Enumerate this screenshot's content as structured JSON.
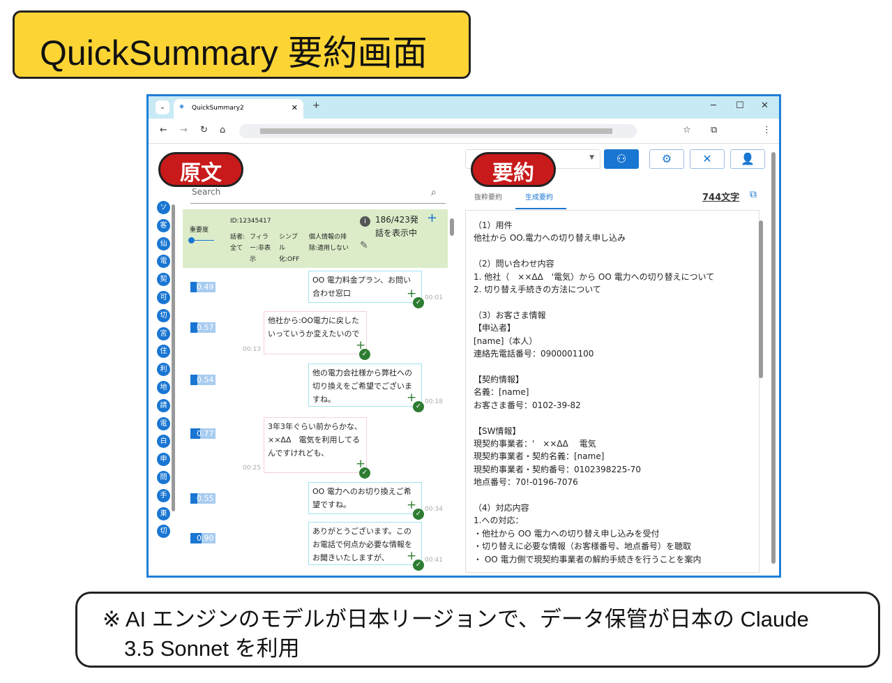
{
  "title": "QuickSummary 要約画面",
  "browser": {
    "tab_title": "QuickSummary2",
    "new_tab": "+",
    "min": "─",
    "max": "☐",
    "close": "✕"
  },
  "left": {
    "badge": "原文",
    "search_placeholder": "Search",
    "header": {
      "importance_label": "重要度",
      "id": "ID:12345417",
      "speaker": "話者:全て",
      "filler": "フィラー:非表示",
      "simplify": "シンプル化:OFF",
      "privacy": "個人情報の排除:適用しない",
      "count": "186/423発話を表示中"
    },
    "chips": [
      "ソ",
      "客",
      "仙",
      "電",
      "契",
      "可",
      "切",
      "宮",
      "住",
      "利",
      "地",
      "請",
      "電",
      "白",
      "申",
      "問",
      "手",
      "東",
      "切"
    ],
    "messages": [
      {
        "side": "r",
        "score": "0.49",
        "fill": 0.49,
        "text": "OO 電力料金プラン、お問い合わせ窓口",
        "time": "00:01"
      },
      {
        "side": "l",
        "score": "0.57",
        "fill": 0.57,
        "text": "他社から:OO電力に戻したいっていうか変えたいので",
        "time": "00:13"
      },
      {
        "side": "r",
        "score": "0.54",
        "fill": 0.54,
        "text": "他の電力会社様から弊社への切り換えをご希望でございますね。",
        "time": "00:18"
      },
      {
        "side": "l",
        "score": "0.77",
        "fill": 0.77,
        "text": "3年3年ぐらい前からかな、　××ΔΔ　電気を利用してるんですけれども、",
        "time": "00:25"
      },
      {
        "side": "r",
        "score": "0.55",
        "fill": 0.55,
        "text": "OO 電力へのお切り換えご希望ですね。",
        "time": "00:34"
      },
      {
        "side": "r",
        "score": "0.90",
        "fill": 0.9,
        "text": "ありがとうございます。このお電話で何点か必要な情報をお聞きいたしますが、",
        "time": "00:41"
      }
    ]
  },
  "right": {
    "badge": "要約",
    "tabs": [
      "抜粋要約",
      "生成要約"
    ],
    "char_count": "744文字",
    "summary": "（1）用件\n他社から OO.電力への切り替え申し込み\n\n（2）問い合わせ内容\n1. 他社（　××ΔΔ　'電気）から OO 電力への切り替えについて\n2. 切り替え手続きの方法について\n\n（3）お客さま情報\n【申込者】\n[name]（本人）\n連絡先電話番号：0900001100\n\n【契約情報】\n名義：[name]\nお客さま番号：0102-39-82\n\n【SW情報】\n現契約事業者：'　××ΔΔ　 電気\n現契約事業者・契約名義：[name]\n現契約事業者・契約番号：0102398225-70\n地点番号：70!-0196-7076\n\n（4）対応内容\n1.への対応：\n・他社から OO 電力への切り替え申し込みを受付\n・切り替えに必要な情報（お客様番号、地点番号）を聴取\n・ OO 電力側で現契約事業者の解約手続きを行うことを案内"
  },
  "note": "※ AI エンジンのモデルが日本リージョンで、データ保管が日本の Claude\n　3.5 Sonnet を利用"
}
